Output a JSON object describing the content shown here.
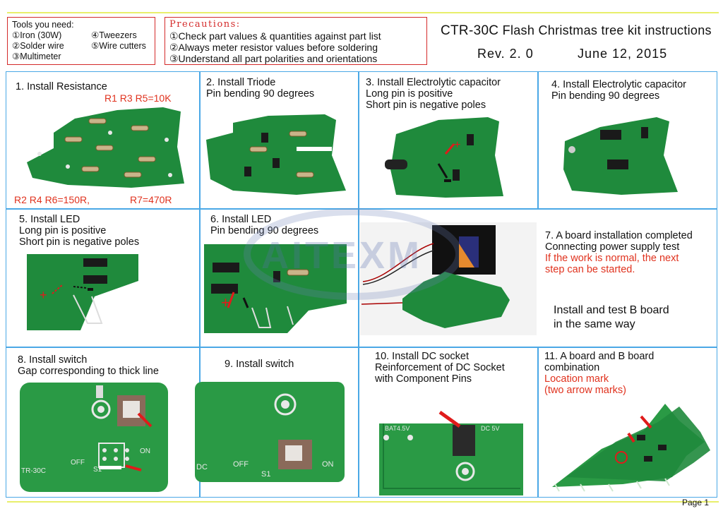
{
  "tools": {
    "title": "Tools you need:",
    "items": [
      "①Iron (30W)",
      "④Tweezers",
      "②Solder wire",
      "⑤Wire cutters",
      "③Multimeter"
    ]
  },
  "precautions": {
    "title": "Precautions:",
    "items": [
      "①Check part values & quantities against part list",
      "②Always meter resistor values before soldering",
      "③Understand all part polarities and orientations"
    ]
  },
  "header": {
    "model": "CTR-30C",
    "title": "Flash Christmas tree  kit instructions",
    "rev": "Rev. 2. 0",
    "date": "June   12, 2015"
  },
  "steps": {
    "s1": {
      "title": "1. Install  Resistance",
      "note_top": "R1  R3  R5=10K",
      "note_bl": "R2  R4  R6=150R,",
      "note_br": "R7=470R"
    },
    "s2": {
      "l1": "2. Install  Triode",
      "l2": "Pin bending 90 degrees"
    },
    "s3": {
      "l1": "3. Install  Electrolytic capacitor",
      "l2": "Long pin  is  positive",
      "l3": "Short pin  is  negative poles"
    },
    "s4": {
      "l1": "4. Install  Electrolytic capacitor",
      "l2": "Pin bending 90 degrees"
    },
    "s5": {
      "l1": "5. Install  LED",
      "l2": "Long pin is positive",
      "l3": "Short pin  is   negative poles"
    },
    "s6": {
      "l1": "6. Install  LED",
      "l2": "Pin bending 90 degrees"
    },
    "s7": {
      "l1": "7. A board installation completed",
      "l2": "Connecting power supply test",
      "l3": "If the work is normal, the next",
      "l4": "step can be started.",
      "l5": "Install and test B board",
      "l6": "in    the    same way"
    },
    "s8": {
      "l1": "8. Install  switch",
      "l2": "Gap corresponding to thick line"
    },
    "s9": {
      "l1": "9. Install  switch"
    },
    "s10": {
      "l1": "10. Install  DC socket",
      "l2": "Reinforcement of DC Socket",
      "l3": " with Component Pins"
    },
    "s11": {
      "l1": "11. A board and B board",
      "l2": "combination",
      "l3": "Location mark",
      "l4": "(two arrow marks)"
    }
  },
  "silk": {
    "off": "OFF",
    "on": "ON",
    "s1": "S1",
    "ctr": "TR-30C",
    "dc": "DC",
    "bat": "BAT4.5V",
    "dc5": "DC 5V",
    "polarity_plus": "+",
    "polarity_minus": "-"
  },
  "watermark": "AITEXM",
  "footer": {
    "page": "Page  1"
  }
}
